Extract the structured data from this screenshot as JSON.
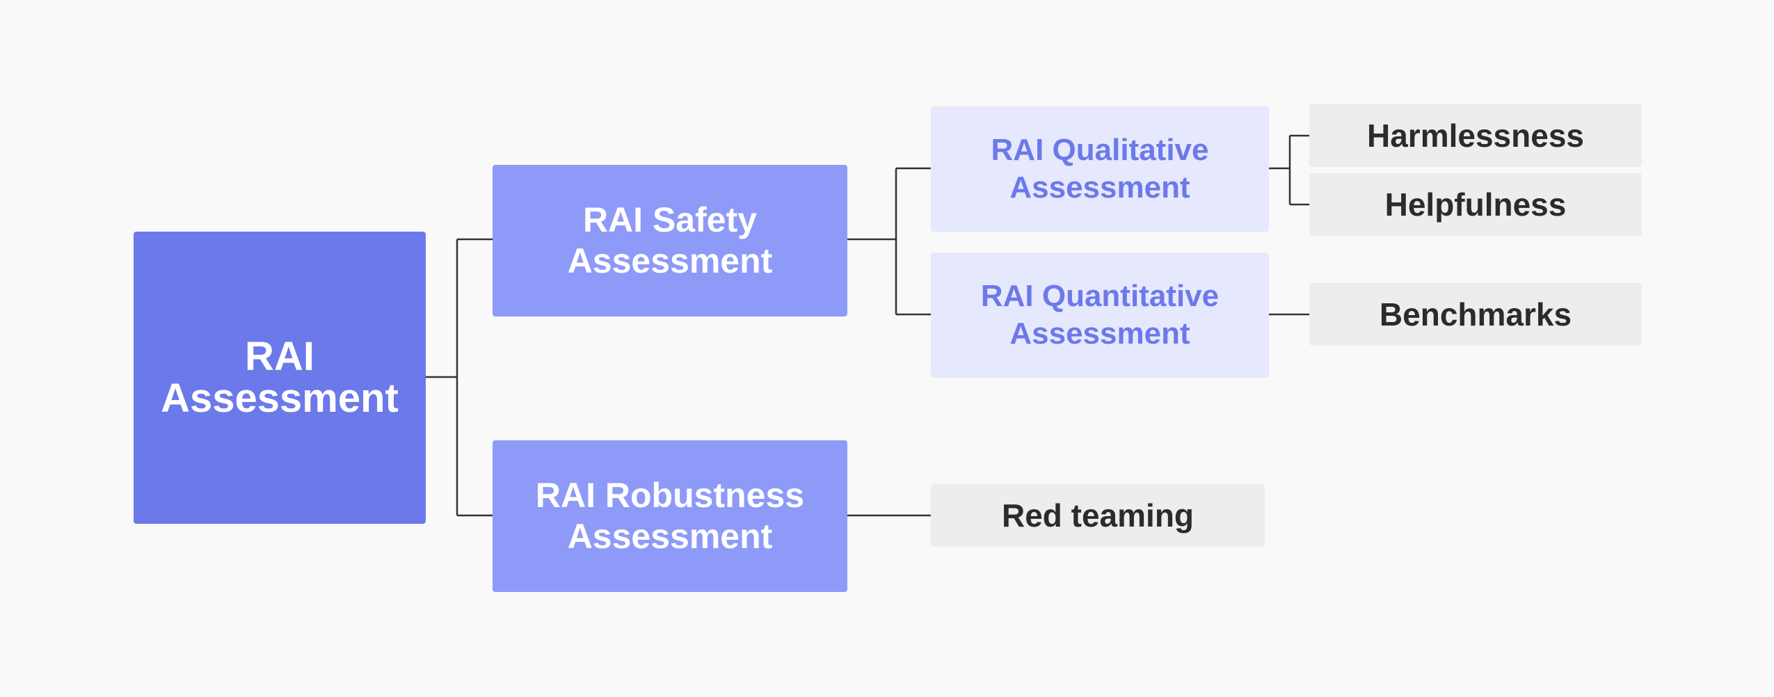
{
  "diagram": {
    "root": {
      "label": "RAI\nAssessment"
    },
    "safety": {
      "label": "RAI Safety\nAssessment",
      "qualitative": {
        "label": "RAI Qualitative\nAssessment",
        "children": [
          "Harmlessness",
          "Helpfulness"
        ]
      },
      "quantitative": {
        "label": "RAI Quantitative\nAssessment",
        "children": [
          "Benchmarks"
        ]
      }
    },
    "robustness": {
      "label": "RAI Robustness\nAssessment",
      "children": [
        "Red teaming"
      ]
    }
  },
  "colors": {
    "background": "#f9f9f9",
    "root_fill": "#6b79ea",
    "level1_fill": "#8e9af8",
    "level2_fill": "#e6e8fd",
    "level2_text": "#6b79ea",
    "leaf_fill": "#ededed",
    "leaf_text": "#2b2b2b",
    "connector": "#333333"
  }
}
